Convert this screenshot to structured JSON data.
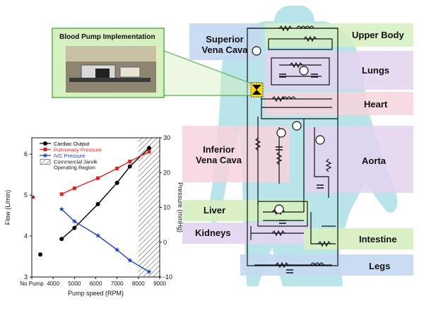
{
  "inset": {
    "title": "Blood Pump Implementation"
  },
  "regions": {
    "superior_vena_cava": "Superior\nVena Cava",
    "upper_body": "Upper Body",
    "lungs": "Lungs",
    "heart": "Heart",
    "inferior_vena_cava": "Inferior\nVena Cava",
    "aorta": "Aorta",
    "liver": "Liver",
    "kidneys": "Kidneys",
    "intestine": "Intestine",
    "legs": "Legs"
  },
  "colors": {
    "body": "#b9e4ea",
    "blue_band": "#c4d8f2",
    "green_band": "#d6f0bf",
    "pink_band": "#f7d3dd",
    "purple_band": "#e3d4ef",
    "chart_black": "#000000",
    "chart_red": "#e02020",
    "chart_blue": "#1f3fbf",
    "marker_star": "#a0174a"
  },
  "chart_data": {
    "type": "line",
    "xlabel": "Pump speed (RPM)",
    "ylabel_left": "Flow (L/min)",
    "ylabel_right": "Pressure (mmHg)",
    "x_ticks": [
      "No Pump",
      "4000",
      "5000",
      "6000",
      "7000",
      "8000",
      "9000"
    ],
    "y_left_ticks": [
      "3",
      "4",
      "5",
      "6"
    ],
    "y_right_ticks": [
      "-10",
      "0",
      "10",
      "20",
      "30"
    ],
    "xlim": [
      3000,
      9000
    ],
    "ylim_left": [
      3,
      6.4
    ],
    "ylim_right": [
      -10,
      30
    ],
    "legend": [
      "Cardiac Output",
      "Pulmonary Pressure",
      "IVC Pressure",
      "Commercial Jarvik Operating Region"
    ],
    "legend_position": "top-left",
    "series": [
      {
        "name": "Cardiac Output",
        "axis": "left",
        "marker": "circle",
        "x": [
          4400,
          5000,
          6100,
          7000,
          7600,
          8500
        ],
        "y": [
          3.93,
          4.2,
          4.78,
          5.3,
          5.7,
          6.15
        ]
      },
      {
        "name": "Pulmonary Pressure",
        "axis": "right",
        "marker": "square",
        "x": [
          4400,
          5000,
          6100,
          7000,
          7600,
          8500
        ],
        "y": [
          13.8,
          15.5,
          18.4,
          21.2,
          23.2,
          26.0
        ]
      },
      {
        "name": "IVC Pressure",
        "axis": "right",
        "marker": "star",
        "x": [
          4400,
          5000,
          6100,
          7000,
          7600,
          8500
        ],
        "y": [
          9.5,
          6.0,
          1.9,
          -2.2,
          -5.2,
          -8.5
        ]
      }
    ],
    "no_pump": {
      "cardiac_output": 3.55,
      "pulmonary_pressure_flow_equiv": 4.95
    },
    "shaded_region": [
      8000,
      9000
    ]
  }
}
